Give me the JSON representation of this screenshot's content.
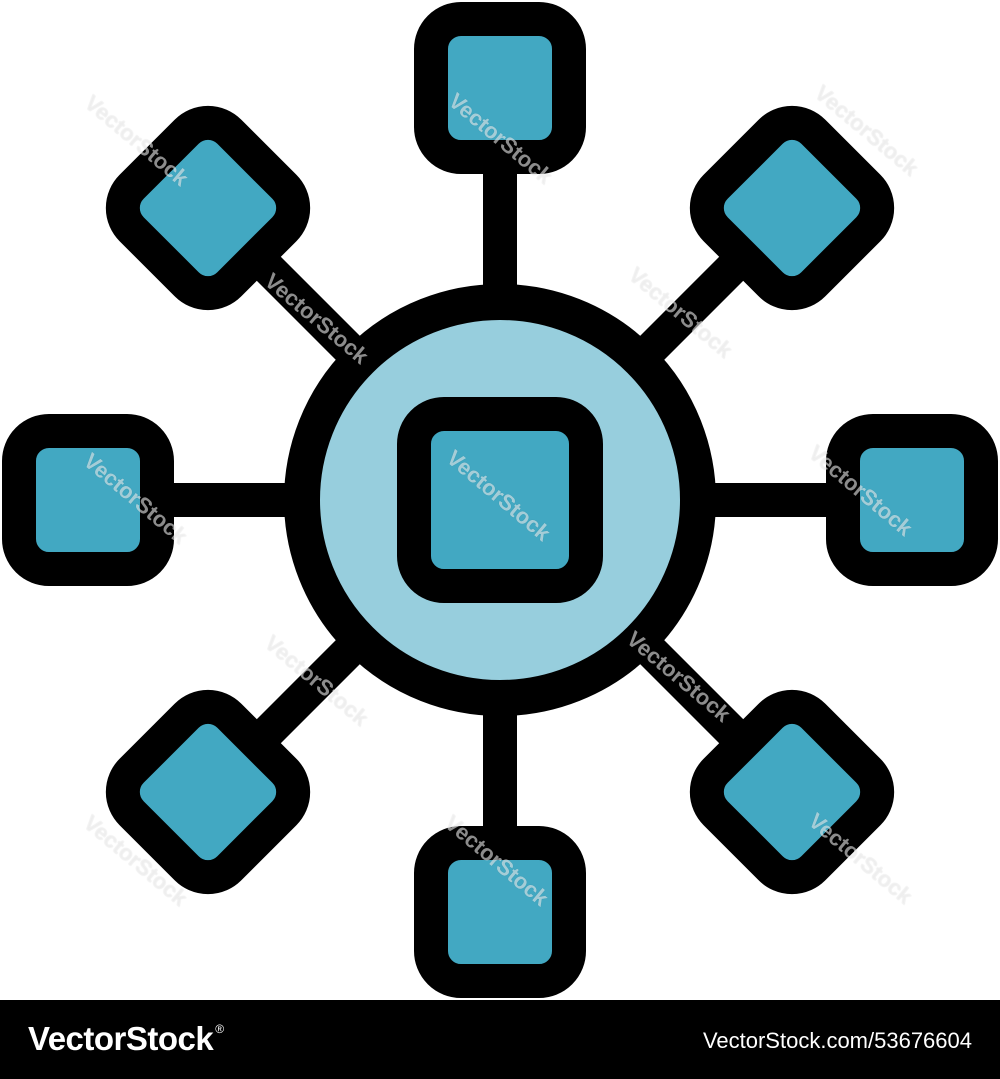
{
  "watermark_text": "VectorStock",
  "footer": {
    "brand": "VectorStock",
    "trademark": "®",
    "image_id": "VectorStock.com/53676604"
  },
  "colors": {
    "outline": "#000000",
    "node_fill": "#42a8c2",
    "hub_fill": "#97cedd",
    "background": "#ffffff",
    "footer_bg": "#000000",
    "footer_text": "#ffffff"
  },
  "icon": {
    "name": "network-hub-icon",
    "satellite_count": 8
  }
}
